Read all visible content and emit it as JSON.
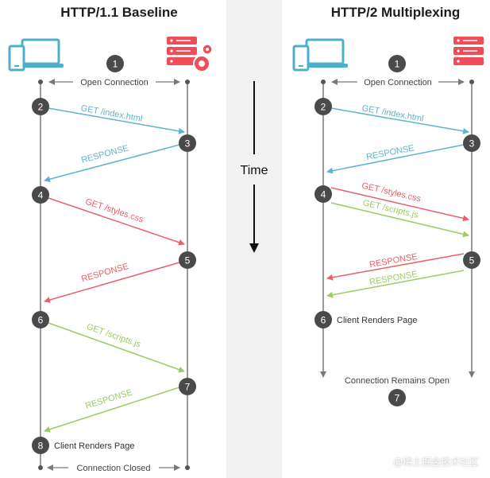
{
  "titles": {
    "left": "HTTP/1.1 Baseline",
    "right": "HTTP/2 Multiplexing"
  },
  "time_label": "Time",
  "colors": {
    "blue": "#5fb3cf",
    "red": "#e8616b",
    "green": "#9ccc65",
    "badge": "#4a4a4a",
    "line": "#7a7a7a",
    "center_band": "#f0f0f0",
    "server": "#ef4d57",
    "client": "#4cb0cc"
  },
  "left": {
    "open_connection": "Open Connection",
    "steps": [
      "1",
      "2",
      "3",
      "4",
      "5",
      "6",
      "7",
      "8"
    ],
    "messages": [
      {
        "label": "GET /index.html",
        "color": "blue",
        "direction": "to-server"
      },
      {
        "label": "RESPONSE",
        "color": "blue",
        "direction": "to-client"
      },
      {
        "label": "GET /styles.css",
        "color": "red",
        "direction": "to-server"
      },
      {
        "label": "RESPONSE",
        "color": "red",
        "direction": "to-client"
      },
      {
        "label": "GET /scripts.js",
        "color": "green",
        "direction": "to-server"
      },
      {
        "label": "RESPONSE",
        "color": "green",
        "direction": "to-client"
      }
    ],
    "client_renders": "Client Renders Page",
    "connection_closed": "Connection Closed"
  },
  "right": {
    "open_connection": "Open Connection",
    "steps": [
      "1",
      "2",
      "3",
      "4",
      "5",
      "6",
      "7"
    ],
    "messages": [
      {
        "label": "GET /index.html",
        "color": "blue",
        "direction": "to-server"
      },
      {
        "label": "RESPONSE",
        "color": "blue",
        "direction": "to-client"
      },
      {
        "label": "GET /styles.css",
        "color": "red",
        "direction": "to-server"
      },
      {
        "label": "GET /scripts.js",
        "color": "green",
        "direction": "to-server"
      },
      {
        "label": "RESPONSE",
        "color": "red",
        "direction": "to-client"
      },
      {
        "label": "RESPONSE",
        "color": "green",
        "direction": "to-client"
      }
    ],
    "client_renders": "Client Renders Page",
    "connection_open": "Connection Remains Open"
  },
  "icons": {
    "client": "laptop-phone-icon",
    "server": "server-gear-icon"
  },
  "watermark": "@稀土掘金技术社区"
}
